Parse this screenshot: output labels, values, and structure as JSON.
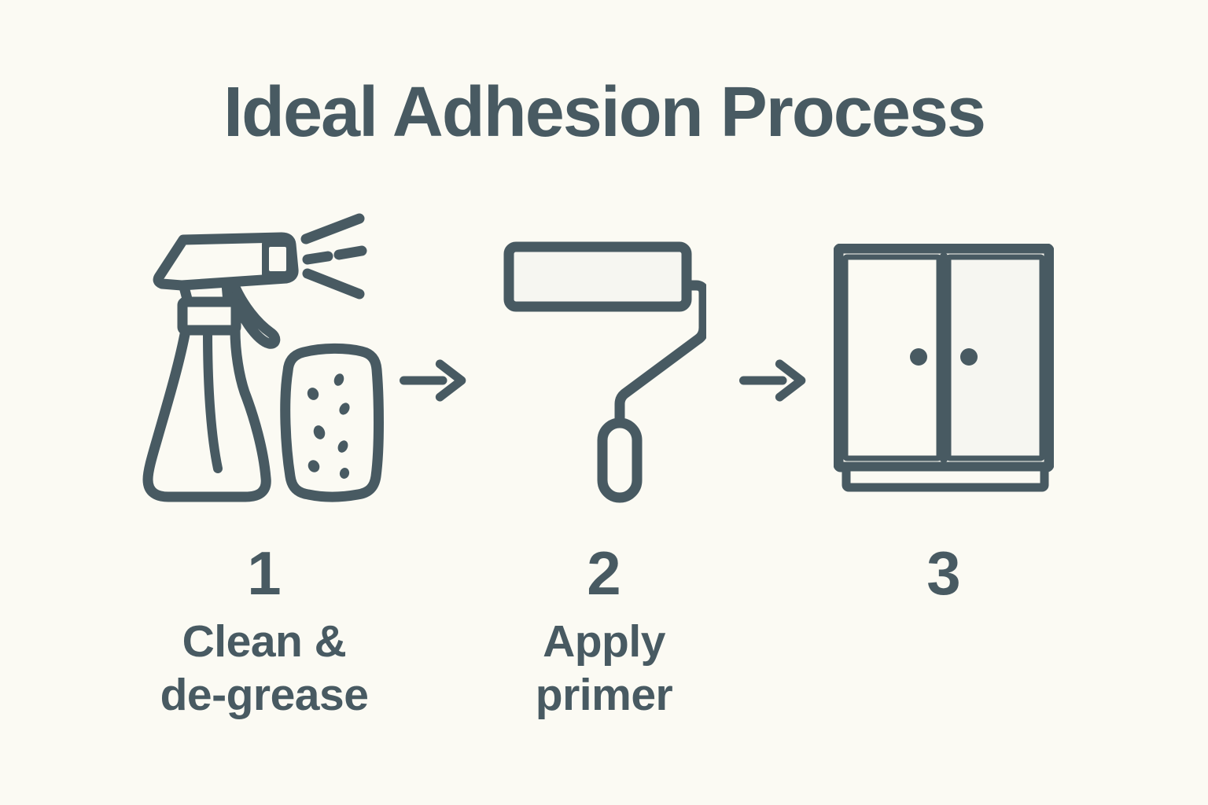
{
  "colors": {
    "background": "#fbfaf3",
    "ink": "#485a62",
    "panel": "#f6f6f1"
  },
  "header": {
    "title": "Ideal Adhesion Process"
  },
  "steps": [
    {
      "number": "1",
      "label_lines": [
        "Clean &",
        "de-grease"
      ],
      "icon": "spray-bottle-and-sponge-icon"
    },
    {
      "number": "2",
      "label_lines": [
        "Apply",
        "primer"
      ],
      "icon": "paint-roller-icon"
    },
    {
      "number": "3",
      "label_lines": [],
      "icon": "cabinet-icon"
    }
  ],
  "connectors": [
    {
      "icon": "arrow-right-icon"
    },
    {
      "icon": "arrow-right-icon"
    }
  ]
}
